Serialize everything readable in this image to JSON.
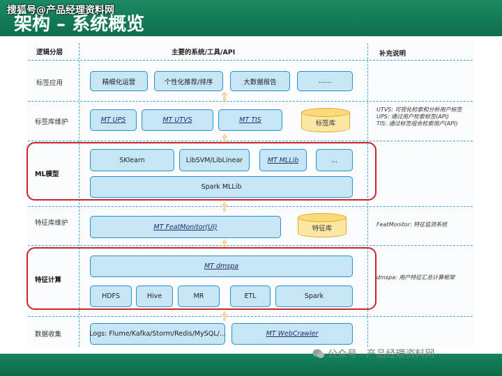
{
  "title": "架构 – 系统概览",
  "watermark_top": "搜狐号@产品经理资料网",
  "watermark_bottom": "公众号 · 产品经理资料网",
  "headers": {
    "layer": "逻辑分层",
    "systems": "主要的系统/工具/API",
    "notes": "补充说明"
  },
  "layers": {
    "tag_app": "标签应用",
    "tag_store": "标签库维护",
    "ml": "ML模型",
    "feature_store": "特征库维护",
    "feature_calc": "特征计算",
    "data_collect": "数据收集"
  },
  "boxes": {
    "ops": "精细化运营",
    "recommend": "个性化推荐/排序",
    "bigdata_report": "大数据报告",
    "more1": "……",
    "mt_ups": "MT UPS",
    "mt_utvs": "MT UTVS",
    "mt_tis": "MT TIS",
    "tag_db": "标签库",
    "sklearn": "SKlearn",
    "libsvm": "LibSVM/LibLinear",
    "mt_mllib": "MT MLLib",
    "more2": "...",
    "spark_mllib": "Spark MLLib",
    "mt_featmonitor": "MT FeatMonitor(UI)",
    "feature_db": "特征库",
    "mt_dmspa": "MT dmspa",
    "hdfs": "HDFS",
    "hive": "Hive",
    "mr": "MR",
    "etl": "ETL",
    "spark": "Spark",
    "logs": "Logs: Flume/Kafka/Storm/Redis/MySQL/...",
    "mt_webcrawler": "MT WebCrawler"
  },
  "notes": {
    "utvs": "UTVS: 可视化检索和分析用户标签",
    "ups": "UPS: 通过用户检索标签(API)",
    "tis": "TIS: 通过标签组合检索用户(API)",
    "featmonitor": "FeatMonitor: 特征监测系统",
    "dmspa": "dmspa: 用户特征汇总计算框架"
  },
  "colors": {
    "box_fill": "#c6e6f5",
    "box_border": "#2a8fc8",
    "db_fill": "#fde7a5",
    "highlight": "#c8242a",
    "header_green": "#137a55"
  }
}
